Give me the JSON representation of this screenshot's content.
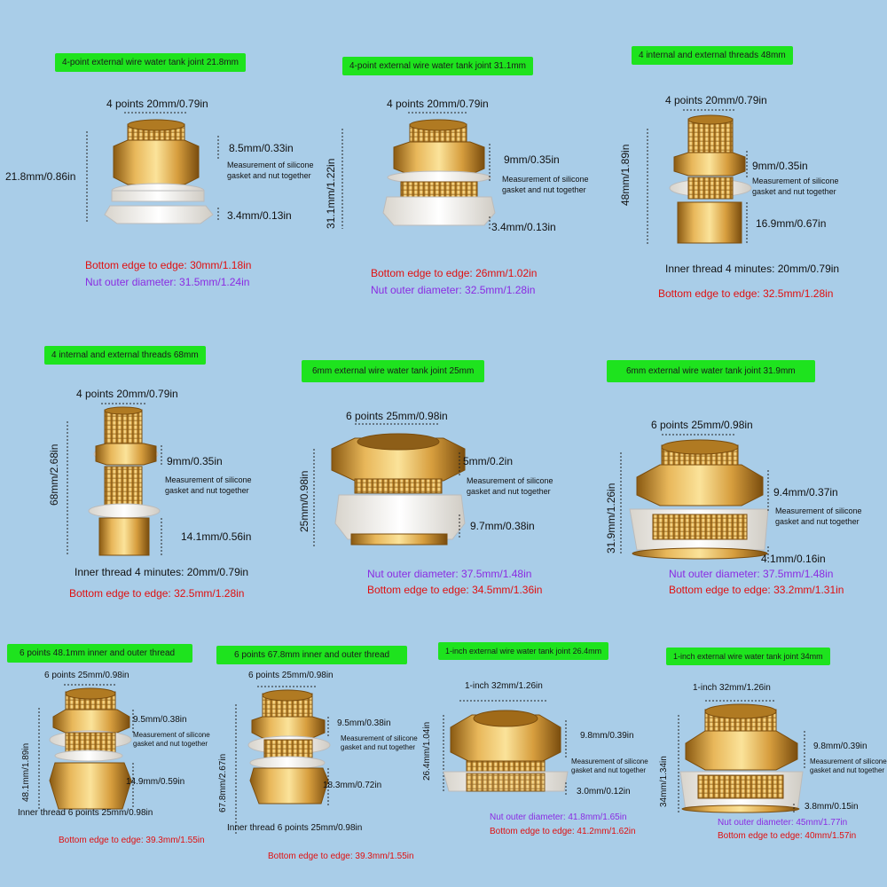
{
  "colors": {
    "background": "#a9cde8",
    "title_bg": "#1ee31e",
    "brass": "#d9a441",
    "gasket": "#f3f1ec",
    "red_text": "#e01010",
    "purple_text": "#8a2be2"
  },
  "fittings": [
    {
      "title": "4-point external wire water tank joint 21.8mm",
      "top": "4 points  20mm/0.79in",
      "height": "21.8mm/0.86in",
      "nut": "8.5mm/0.33in",
      "measure": "Measurement of silicone gasket and nut together",
      "bottom": "3.4mm/0.13in",
      "edge": "Bottom edge to edge: 30mm/1.18in",
      "diameter": "Nut outer diameter: 31.5mm/1.24in"
    },
    {
      "title": "4-point external wire water tank joint 31.1mm",
      "top": "4 points  20mm/0.79in",
      "height": "31.1mm/1.22in",
      "nut": "9mm/0.35in",
      "measure": "Measurement of silicone gasket and nut together",
      "bottom": "3.4mm/0.13in",
      "edge": "Bottom edge to edge: 26mm/1.02in",
      "diameter": "Nut outer diameter: 32.5mm/1.28in"
    },
    {
      "title": "4 internal and external threads 48mm",
      "top": "4 points  20mm/0.79in",
      "height": "48mm/1.89in",
      "nut": "9mm/0.35in",
      "measure": "Measurement of silicone gasket and nut together",
      "bottom": "16.9mm/0.67in",
      "inner": "Inner thread 4 minutes: 20mm/0.79in",
      "edge": "Bottom edge to edge: 32.5mm/1.28in"
    },
    {
      "title": "4 internal and external threads 68mm",
      "top": "4 points  20mm/0.79in",
      "height": "68mm/2.68in",
      "nut": "9mm/0.35in",
      "measure": "Measurement of silicone gasket and nut together",
      "bottom": "14.1mm/0.56in",
      "inner": "Inner thread 4 minutes: 20mm/0.79in",
      "edge": "Bottom edge to edge: 32.5mm/1.28in"
    },
    {
      "title": "6mm external wire water tank joint 25mm",
      "top": "6 points  25mm/0.98in",
      "height": "25mm/0.98in",
      "nut": "5mm/0.2in",
      "measure": "Measurement of silicone gasket and nut together",
      "bottom": "9.7mm/0.38in",
      "diameter": "Nut outer diameter: 37.5mm/1.48in",
      "edge": "Bottom edge to edge: 34.5mm/1.36in"
    },
    {
      "title": "6mm external wire water tank joint 31.9mm",
      "top": "6 points  25mm/0.98in",
      "height": "31.9mm/1.26in",
      "nut": "9.4mm/0.37in",
      "measure": "Measurement of silicone gasket and nut together",
      "bottom": "4.1mm/0.16in",
      "diameter": "Nut outer diameter: 37.5mm/1.48in",
      "edge": "Bottom edge to edge: 33.2mm/1.31in"
    },
    {
      "title": "6 points 48.1mm inner and outer thread",
      "top": "6 points  25mm/0.98in",
      "height": "48.1mm/1.89in",
      "nut": "9.5mm/0.38in",
      "measure": "Measurement of silicone gasket and nut together",
      "bottom": "14.9mm/0.59in",
      "inner": "Inner thread 6 points 25mm/0.98in",
      "edge": "Bottom edge to edge: 39.3mm/1.55in"
    },
    {
      "title": "6 points 67.8mm inner and outer thread",
      "top": "6 points  25mm/0.98in",
      "height": "67.8mm/2.67in",
      "nut": "9.5mm/0.38in",
      "measure": "Measurement of silicone gasket and nut together",
      "bottom": "18.3mm/0.72in",
      "inner": "Inner thread 6 points 25mm/0.98in",
      "edge": "Bottom edge to edge: 39.3mm/1.55in"
    },
    {
      "title": "1-inch external wire water tank joint 26.4mm",
      "top": "1-inch  32mm/1.26in",
      "height": "26.4mm/1.04in",
      "nut": "9.8mm/0.39in",
      "measure": "Measurement of silicone gasket and nut together",
      "bottom": "3.0mm/0.12in",
      "diameter": "Nut outer diameter: 41.8mm/1.65in",
      "edge": "Bottom edge to edge: 41.2mm/1.62in"
    },
    {
      "title": "1-inch external wire water tank joint 34mm",
      "top": "1-inch  32mm/1.26in",
      "height": "34mm/1.34in",
      "nut": "9.8mm/0.39in",
      "measure": "Measurement of silicone gasket and nut together",
      "bottom": "3.8mm/0.15in",
      "diameter": "Nut outer diameter: 45mm/1.77in",
      "edge": "Bottom edge to edge: 40mm/1.57in"
    }
  ]
}
